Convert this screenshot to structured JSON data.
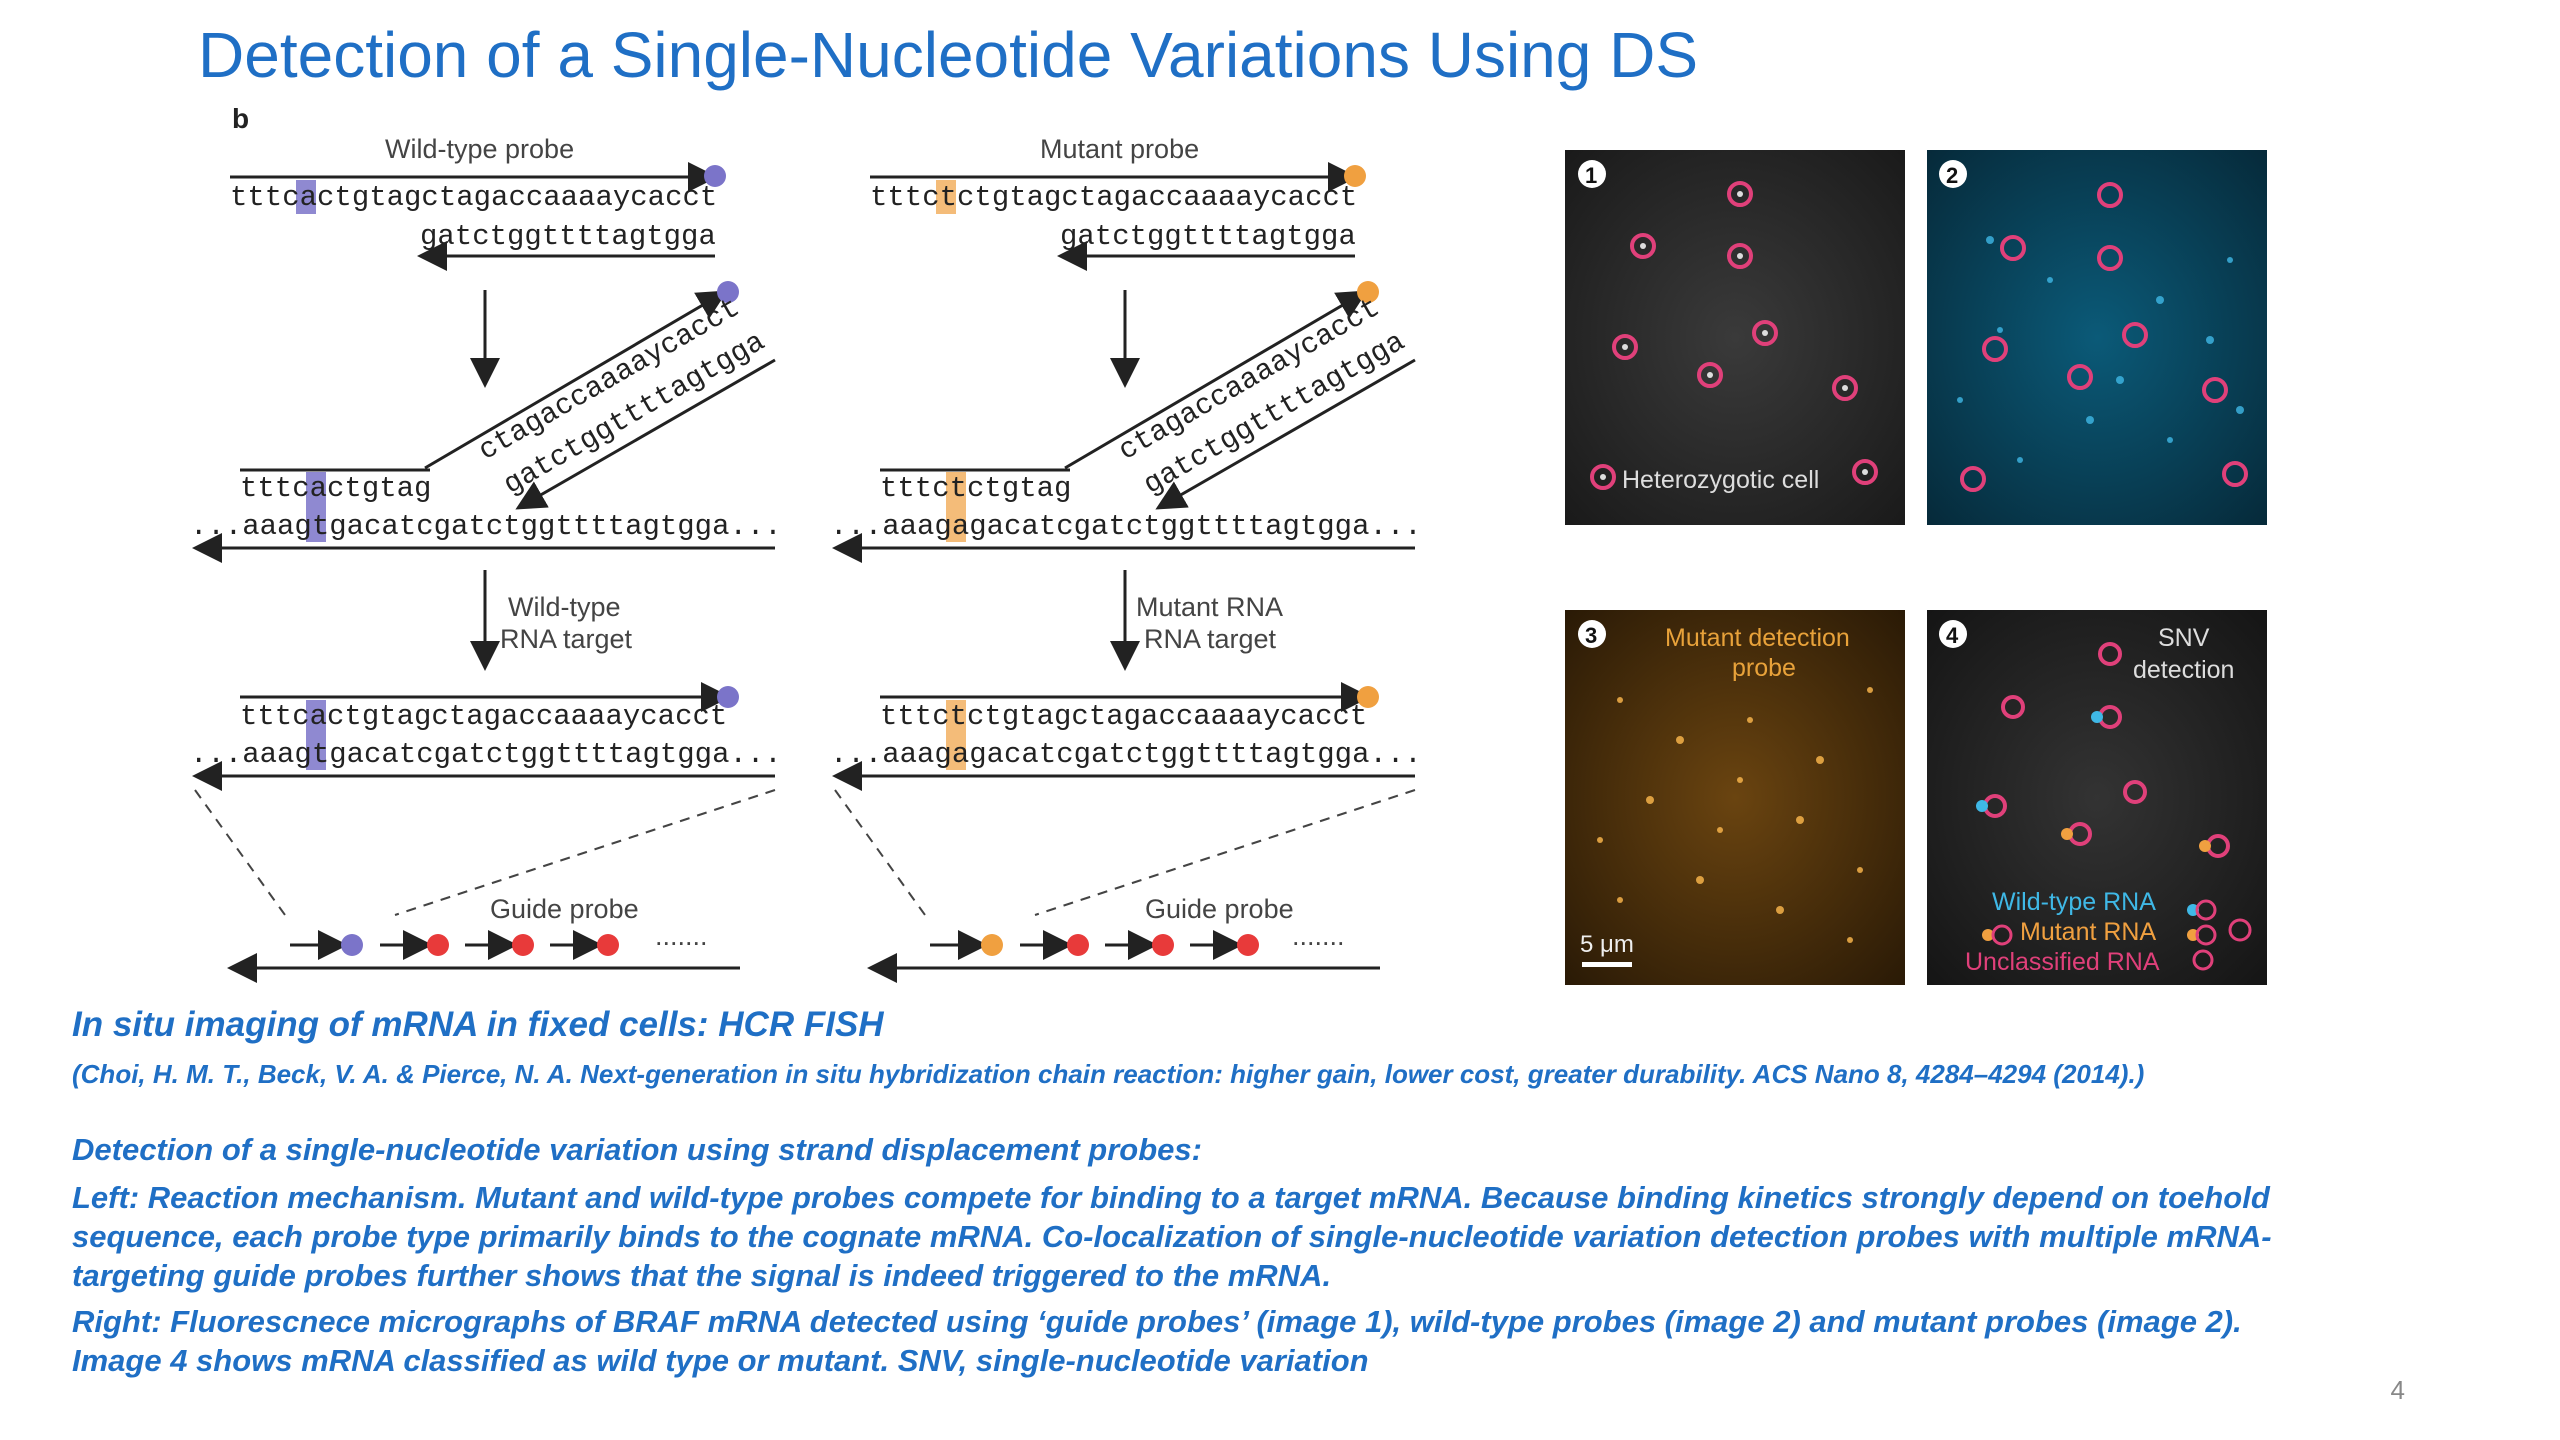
{
  "slide": {
    "title": "Detection of a Single-Nucleotide Variations Using DS",
    "page_number": "4"
  },
  "figure": {
    "panel_label": "b",
    "left_column": {
      "probe_label": "Wild-type probe",
      "probe_seq": "tttcactgtagctagaccaaaaycacct",
      "complement_seq": "gatctggttttagtgga",
      "displaced_top": "ctagaccaaaaycacct",
      "displaced_bottom": "gatctggttttagtgga",
      "toehold": "tttcactgtag",
      "target_seq": "...aaagtgacatcgatctggttttagtgga...",
      "arrow_label_1": "Wild-type",
      "arrow_label_2": "RNA target",
      "final_top": "tttcactgtagctagaccaaaaycacct",
      "final_bottom": "...aaagtgacatcgatctggttttagtgga...",
      "guide_label": "Guide probe",
      "dots": "......."
    },
    "right_column": {
      "probe_label": "Mutant probe",
      "probe_seq": "tttctctgtagctagaccaaaaycacct",
      "complement_seq": "gatctggttttagtgga",
      "displaced_top": "ctagaccaaaaycacct",
      "displaced_bottom": "gatctggttttagtgga",
      "toehold": "tttctctgtag",
      "target_seq": "...aaagagacatcgatctggttttagtgga...",
      "arrow_label_1": "Mutant RNA",
      "arrow_label_2": "RNA target",
      "final_top": "tttctctgtagctagaccaaaaycacct",
      "final_bottom": "...aaagagacatcgatctggttttagtgga...",
      "guide_label": "Guide probe",
      "dots": "......."
    },
    "micrographs": {
      "p1_num": "1",
      "p1_label": "Heterozygotic cell",
      "p2_num": "2",
      "p3_num": "3",
      "p3_label_1": "Mutant detection",
      "p3_label_2": "probe",
      "p3_scale": "5 μm",
      "p4_num": "4",
      "p4_label_1": "SNV",
      "p4_label_2": "detection",
      "legend_wt": "Wild-type RNA",
      "legend_mut": "Mutant RNA",
      "legend_unc": "Unclassified RNA"
    },
    "colors": {
      "wildtype_purple": "#7b74c9",
      "mutant_orange": "#f0a040",
      "guide_red": "#e83a3a",
      "circle_magenta": "#e0407a",
      "cyan": "#3fb8e6"
    }
  },
  "caption": {
    "heading": "In situ imaging of mRNA in fixed cells: HCR FISH",
    "citation": "(Choi, H. M. T., Beck, V. A. & Pierce, N. A. Next-generation in situ hybridization chain reaction: higher gain, lower cost, greater durability. ACS Nano 8, 4284–4294 (2014).)",
    "subheading": "Detection of a single-nucleotide variation using strand displacement probes:",
    "left_text": "Left: Reaction mechanism. Mutant and wild-type probes compete for binding to a target mRNA. Because binding kinetics strongly depend on toehold sequence, each probe type primarily binds to the cognate mRNA. Co-localization of single-nucleotide variation detection probes with multiple mRNA-targeting guide probes further shows that the signal is indeed triggered to the mRNA.",
    "right_text": "Right: Fluorescnece micrographs of BRAF mRNA detected using ‘guide probes’ (image 1), wild-type probes (image 2) and mutant probes (image 2). Image 4 shows mRNA classified as wild type or mutant. SNV, single-nucleotide variation"
  }
}
